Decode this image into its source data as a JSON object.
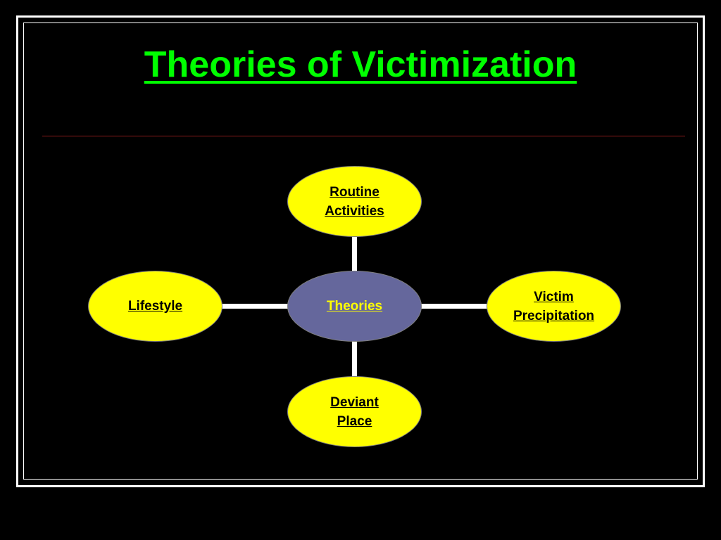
{
  "slide": {
    "title": "Theories of Victimization"
  },
  "colors": {
    "background": "#000000",
    "title": "#00ff00",
    "divider": "#8b1a1a",
    "outer_node_fill": "#ffff00",
    "outer_node_text": "#000000",
    "center_node_fill": "#65679c",
    "center_node_text": "#ffff00",
    "connector": "#ffffff"
  },
  "diagram": {
    "center": {
      "label": "Theories"
    },
    "top": {
      "lines": [
        "Routine",
        "Activities"
      ]
    },
    "left": {
      "lines": [
        "Lifestyle"
      ]
    },
    "right": {
      "lines": [
        "Victim",
        "Precipitation"
      ]
    },
    "bottom": {
      "lines": [
        "Deviant",
        "Place"
      ]
    }
  }
}
